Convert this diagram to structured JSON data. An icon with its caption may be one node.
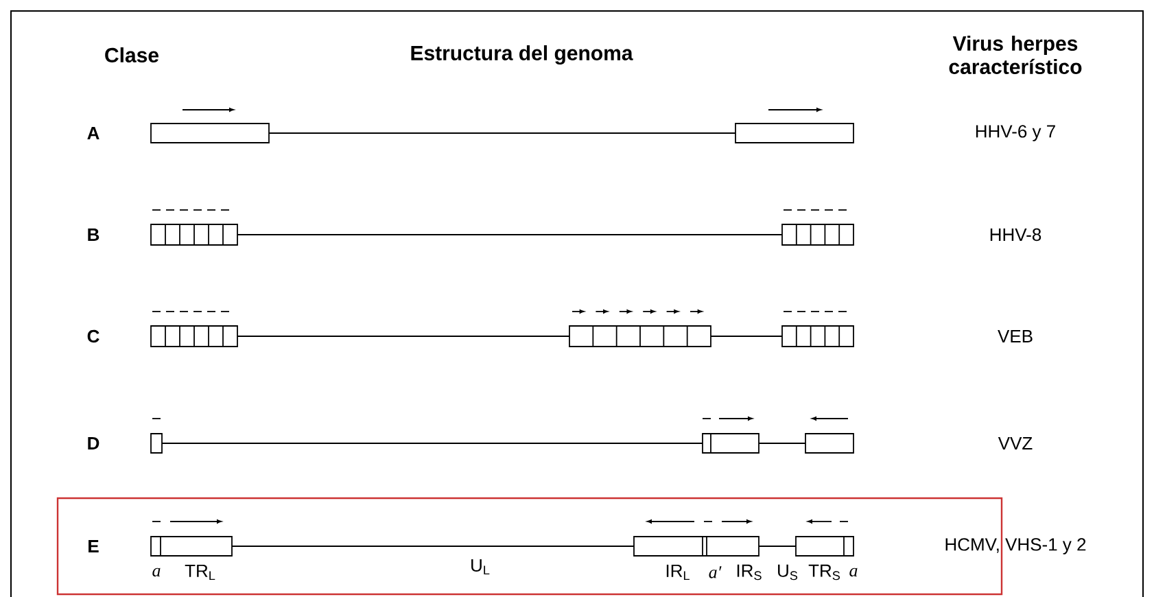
{
  "diagram": {
    "labels": [
      "Clase",
      "Estructura del genoma",
      "Virus herpes característico",
      "A",
      "HHV-6 y 7",
      "B",
      "HHV-8",
      "C",
      "VEB",
      "D",
      "VVZ",
      "E",
      "HCMV, VHS-1 y 2",
      "a",
      "TR$_{L}$",
      "U$_{L}$",
      "IR$_{L}$",
      "a′",
      "IR$_{S}$",
      "U$_{S}$",
      "TR$_{S}$",
      "a"
    ]
  }
}
